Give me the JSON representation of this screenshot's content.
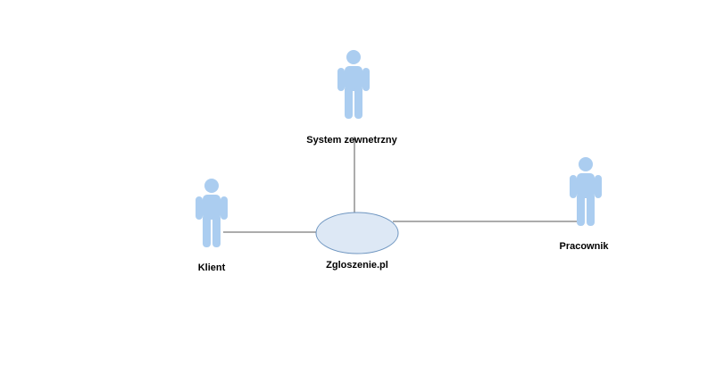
{
  "diagram": {
    "type": "use-case",
    "actors": [
      {
        "id": "system",
        "label": "System zewnetrzny",
        "icon": "person-icon"
      },
      {
        "id": "client",
        "label": "Klient",
        "icon": "person-icon"
      },
      {
        "id": "worker",
        "label": "Pracownik",
        "icon": "person-icon"
      }
    ],
    "use_case": {
      "label": "Zgloszenie.pl"
    },
    "connections": [
      {
        "from": "system",
        "to": "use_case"
      },
      {
        "from": "client",
        "to": "use_case"
      },
      {
        "from": "worker",
        "to": "use_case"
      }
    ],
    "colors": {
      "actor_fill": "#abcdf0",
      "use_case_fill": "#dde8f5",
      "use_case_stroke": "#6e95c0",
      "line": "#5a5a5a",
      "text": "#000000"
    }
  }
}
